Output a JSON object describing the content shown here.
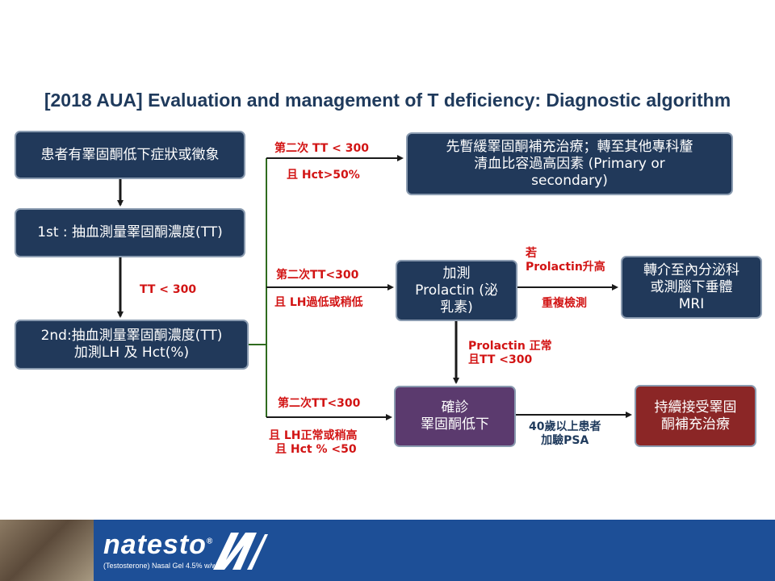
{
  "title": "[2018 AUA] Evaluation and management of T deficiency: Diagnostic algorithm",
  "nodes": {
    "symptoms": [
      "患者有睪固酮低下症狀或徵象"
    ],
    "first_test": [
      "1st : 抽血測量睪固酮濃度(TT)"
    ],
    "second_test": [
      "2nd:抽血測量睪固酮濃度(TT)",
      "加測LH 及 Hct(%)"
    ],
    "defer": [
      "先暫緩睪固酮補充治療；轉至其他專科釐",
      "清血比容過高因素 (Primary or",
      "secondary)"
    ],
    "prolactin": [
      "加測",
      "Prolactin (泌",
      "乳素)"
    ],
    "referral": [
      "轉介至內分泌科",
      "或測腦下垂體",
      "MRI"
    ],
    "diagnosis": [
      "確診",
      "睪固酮低下"
    ],
    "treatment": [
      "持續接受睪固",
      "酮補充治療"
    ]
  },
  "edge_labels": {
    "tt_under_300": [
      "TT < 300"
    ],
    "branch_hct_top": [
      "第二次 TT < 300"
    ],
    "branch_hct_bottom": [
      "且 Hct>50%"
    ],
    "branch_lh_top": [
      "第二次TT<300"
    ],
    "branch_lh_bottom": [
      "且 LH過低或稍低"
    ],
    "branch_normal_top": [
      "第二次TT<300"
    ],
    "branch_normal_bottom": [
      "且 LH正常或稍高",
      "且 Hct % <50"
    ],
    "prolactin_high_top": [
      "若",
      "Prolactin升高"
    ],
    "prolactin_high_bottom": [
      "重複檢測"
    ],
    "prolactin_normal": [
      "Prolactin 正常",
      "且TT <300"
    ],
    "psa": [
      "40歲以上患者",
      "加驗PSA"
    ]
  },
  "footer": {
    "brand": "natesto",
    "registered": "®",
    "tagline": "(Testosterone) Nasal Gel 4.5% w/w"
  },
  "colors": {
    "navy_box": "#21395a",
    "purple_box": "#5b3a6e",
    "maroon_box": "#8b2626",
    "red_label": "#d21414",
    "green_connector": "#2f6b1f",
    "footer_blue": "#1d4f97"
  }
}
